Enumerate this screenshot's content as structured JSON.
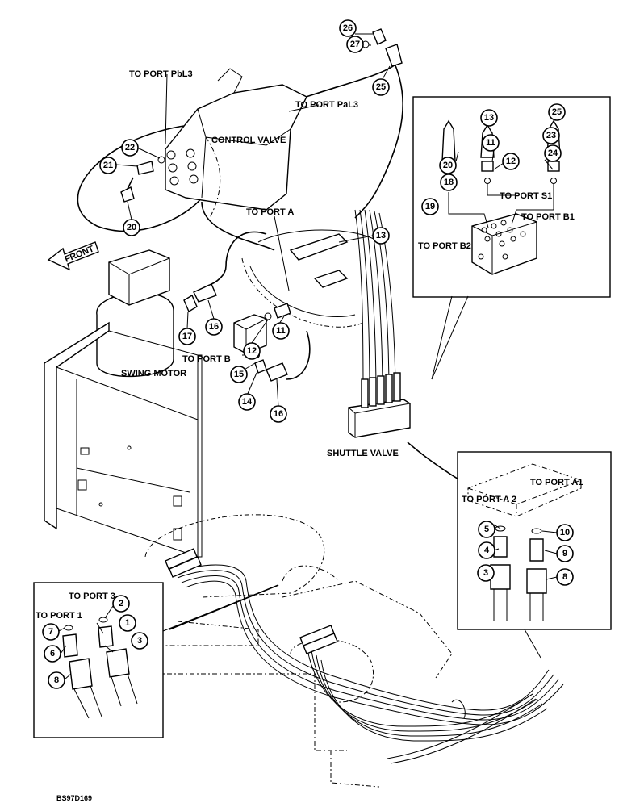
{
  "labels": {
    "to_port_pbl3": "TO PORT PbL3",
    "to_port_pal3": "TO PORT PaL3",
    "control_valve": "CONTROL VALVE",
    "front": "FRONT",
    "to_port_a": "TO PORT A",
    "to_port_b": "TO PORT B",
    "swing_motor": "SWING MOTOR",
    "shuttle_valve": "SHUTTLE VALVE",
    "to_port_s1": "TO PORT S1",
    "to_port_b1": "TO PORT B1",
    "to_port_b2": "TO PORT B2",
    "to_port_a1": "TO PORT A1",
    "to_port_a2": "TO PORT A 2",
    "to_port_3": "TO PORT 3",
    "to_port_1": "TO PORT 1",
    "drawing_code": "BS97D169"
  },
  "callouts": {
    "c26": "26",
    "c27": "27",
    "c25": "25",
    "c22": "22",
    "c21": "21",
    "c20": "20",
    "c13": "13",
    "c17": "17",
    "c16a": "16",
    "c11": "11",
    "c12": "12",
    "c15": "15",
    "c14": "14",
    "c16b": "16",
    "i25": "25",
    "i23": "23",
    "i24": "24",
    "i13": "13",
    "i11": "11",
    "i12": "12",
    "i20": "20",
    "i18": "18",
    "i19": "19",
    "r5": "5",
    "r4": "4",
    "r3": "3",
    "r10": "10",
    "r9": "9",
    "r8": "8",
    "l2": "2",
    "l1": "1",
    "l3": "3",
    "l7": "7",
    "l6": "6",
    "l8": "8"
  }
}
